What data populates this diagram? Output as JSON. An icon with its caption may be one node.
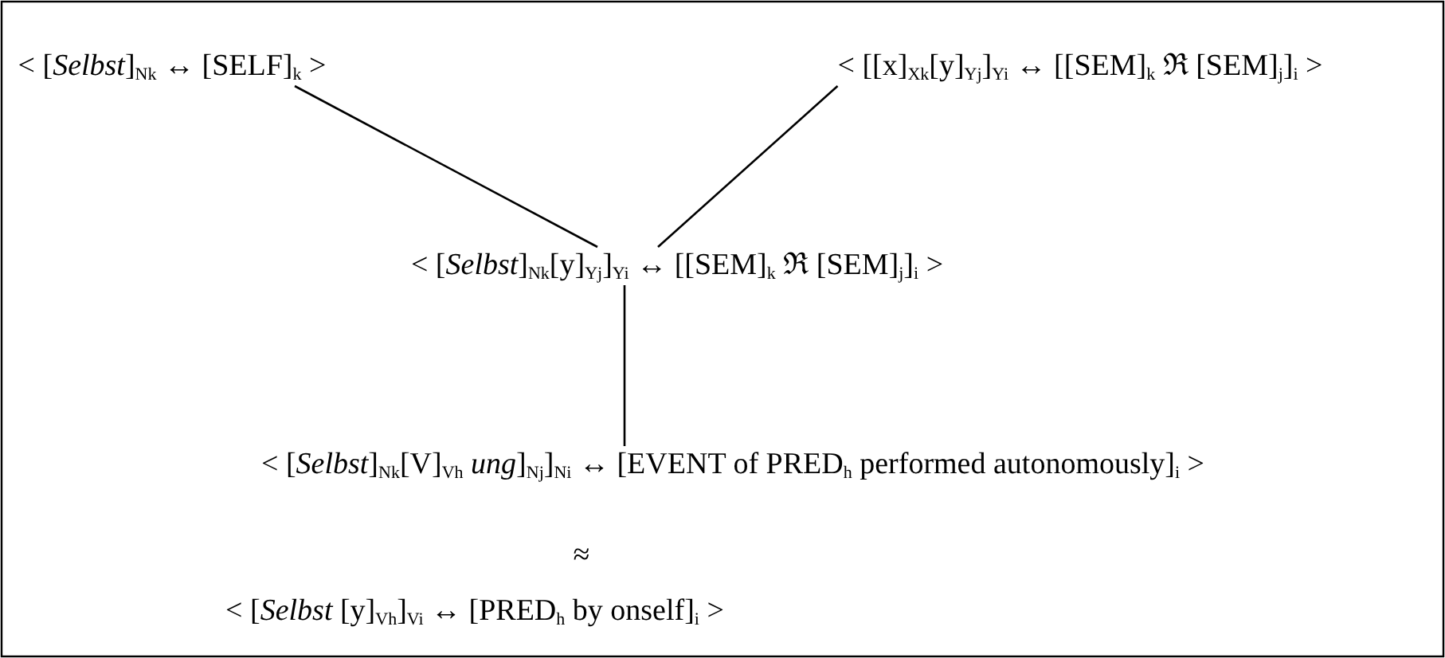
{
  "diagram": {
    "nodes": [
      {
        "text": [
          "< [*Selbst*]$_{Nk}$ ↔ [SELF]$_{k}$ >"
        ]
      },
      {
        "text": [
          "< [[x]$_{Xk}$[y]$_{Yj}$]$_{Yi}$ ↔ [[SEM]$_{k}$ ℜ [SEM]$_{j}$]$_{i}$ >"
        ]
      },
      {
        "text": [
          "< [*Selbst*]$_{Nk}$[y]$_{Yj}$]$_{Yi}$ ↔ [[SEM]$_{k}$ ℜ [SEM]$_{j}$]$_{i}$ >"
        ]
      },
      {
        "text": [
          "< [*Selbst*]$_{Nk}$[V]$_{Vh}$ *ung*]$_{Nj}$]$_{Ni}$ ↔ [EVENT of PRED$_{h}$ performed autonomously]$_{i}$ >"
        ]
      },
      {
        "text": [
          "< [*Selbst* [y]$_{Vh}$]$_{Vi}$ ↔ [PRED$_{h}$ by onself]$_{i}$ >"
        ]
      }
    ],
    "edges": [
      {
        "from": 0,
        "to": 2,
        "arrow": "none"
      },
      {
        "from": 1,
        "to": 2,
        "arrow": "none"
      },
      {
        "from": 2,
        "to": 3,
        "arrow": "none"
      }
    ],
    "labels": [
      "≈"
    ]
  }
}
